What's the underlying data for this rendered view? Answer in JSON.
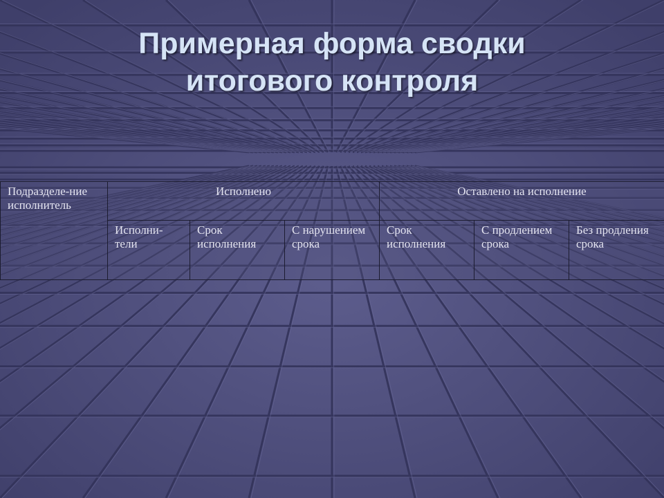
{
  "slide": {
    "title_line1": "Примерная форма сводки",
    "title_line2": "итогового контроля"
  },
  "table": {
    "head": {
      "subdivision": "Подразделе-ние исполнитель",
      "done": "Исполнено",
      "left_for_execution": "Оставлено на исполнение"
    },
    "sub": {
      "executors": "Исполни-тели",
      "deadline_done": "Срок исполнения",
      "violated": "С нарушением срока",
      "deadline_left": "Срок исполнения",
      "extended": "С продлением срока",
      "not_extended": "Без продления срока"
    }
  },
  "colors": {
    "background": "#4a4a78",
    "title": "#d6e4f6",
    "text": "#e4e4f0",
    "grid_lines": "#1c1c30"
  }
}
